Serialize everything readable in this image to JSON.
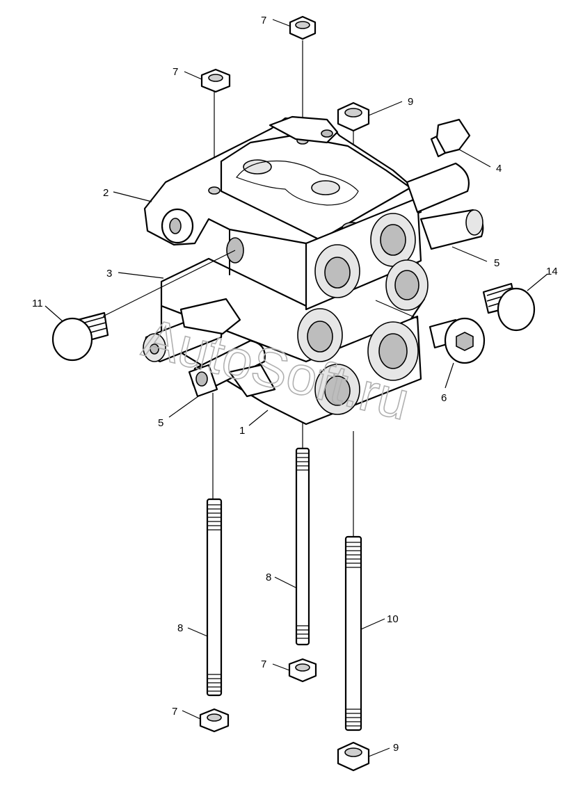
{
  "callouts": {
    "c1": "1",
    "c2": "2",
    "c3": "3",
    "c4": "4",
    "c5a": "5",
    "c5b": "5",
    "c6": "6",
    "c7a": "7",
    "c7b": "7",
    "c7c": "7",
    "c7d": "7",
    "c8a": "8",
    "c8b": "8",
    "c9a": "9",
    "c9b": "9",
    "c10": "10",
    "c11": "11",
    "c14": "14"
  },
  "watermark": "AutoSoft.ru",
  "colors": {
    "line": "#000000",
    "shade": "#cfcfcf",
    "watermark": "#b0b0b0"
  }
}
